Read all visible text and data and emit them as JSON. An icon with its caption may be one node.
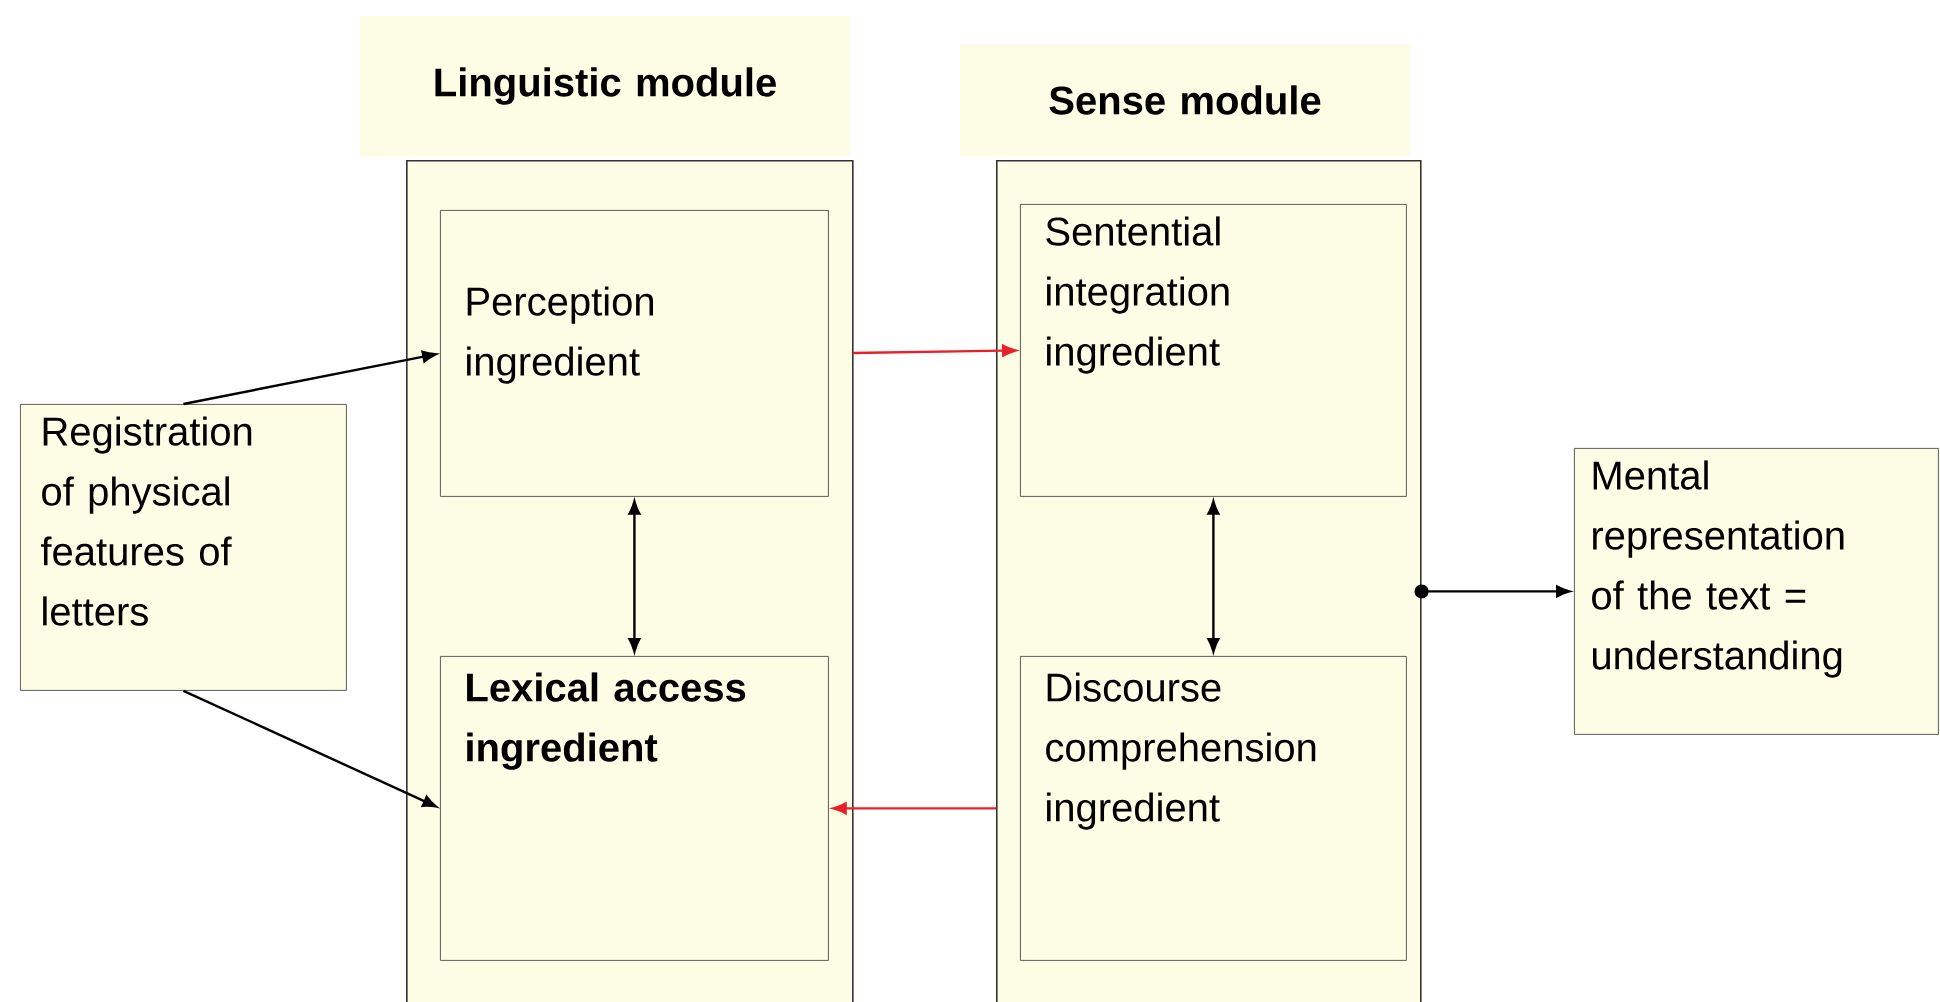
{
  "diagram": {
    "nodes": [
      {
        "text": [
          "Linguistic module"
        ]
      },
      {
        "text": [
          "Perception ingredient"
        ],
        "in": 0
      },
      {
        "text": [
          "Lexical access ingredient"
        ],
        "in": 0
      },
      {
        "text": [
          "Sense module"
        ]
      },
      {
        "text": [
          "Sentential integration ingredient"
        ],
        "in": 3
      },
      {
        "text": [
          "Discourse comprehension ingredient"
        ],
        "in": 3
      },
      {
        "text": [
          "Registration of physical features of letters"
        ]
      },
      {
        "text": [
          "Mental representation of the text = understanding"
        ]
      }
    ],
    "edges": [
      {
        "from": 6,
        "to": 1,
        "arrow": "to"
      },
      {
        "from": 6,
        "to": 2,
        "arrow": "to"
      },
      {
        "from": 1,
        "to": 2,
        "arrow": "both"
      },
      {
        "from": 4,
        "to": 5,
        "arrow": "both"
      },
      {
        "from": 1,
        "to": 4,
        "arrow": "to",
        "color": "#e8202a"
      },
      {
        "from": 5,
        "to": 2,
        "arrow": "to",
        "color": "#e8202a"
      },
      {
        "from": 3,
        "to": 7,
        "arrow": "to"
      }
    ]
  }
}
